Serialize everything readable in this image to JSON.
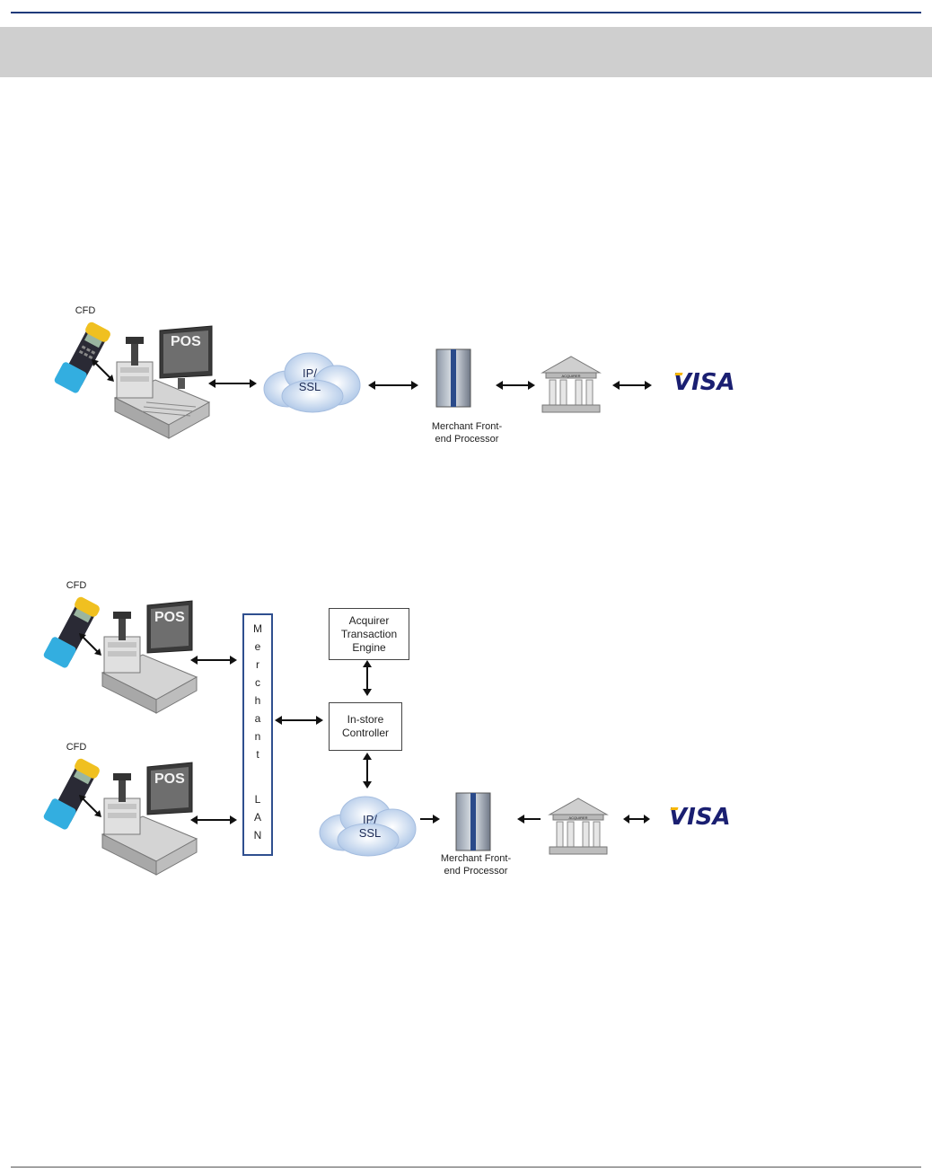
{
  "diagram1": {
    "cfd_label": "CFD",
    "pos_label": "POS",
    "cloud_label": "IP/\nSSL",
    "cloud_line1": "IP/",
    "cloud_line2": "SSL",
    "processor_line1": "Merchant Front-",
    "processor_line2": "end Processor",
    "bank_label": "ACQUIRER",
    "network_logo": "VISA"
  },
  "diagram2": {
    "cfd_label_top": "CFD",
    "cfd_label_bottom": "CFD",
    "pos_label_top": "POS",
    "pos_label_bottom": "POS",
    "lan_letters": [
      "M",
      "e",
      "r",
      "c",
      "h",
      "a",
      "n",
      "t",
      "",
      "L",
      "A",
      "N"
    ],
    "acquirer_engine_line1": "Acquirer",
    "acquirer_engine_line2": "Transaction",
    "acquirer_engine_line3": "Engine",
    "controller_line1": "In-store",
    "controller_line2": "Controller",
    "cloud_line1": "IP/",
    "cloud_line2": "SSL",
    "processor_line1": "Merchant Front-",
    "processor_line2": "end Processor",
    "bank_label": "ACQUIRER",
    "network_logo": "VISA"
  },
  "colors": {
    "rule": "#1f3a7a",
    "header_band": "#cfcfcf",
    "visa_blue": "#1a1f71",
    "visa_gold": "#f7b600",
    "lan_border": "#2f4f8f"
  }
}
